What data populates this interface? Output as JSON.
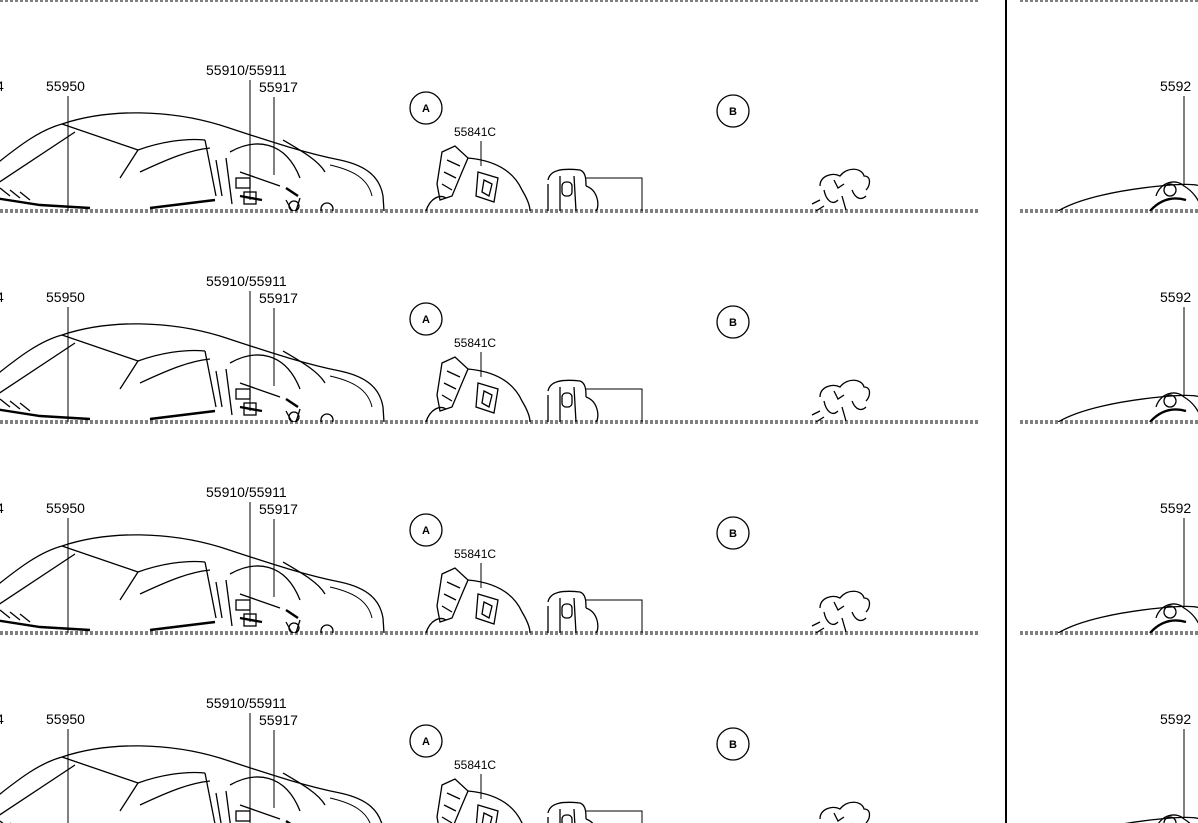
{
  "labels": {
    "left_part": "55950",
    "left_edge_fragment": "4",
    "top_part": "55910/55911",
    "second_part": "55917",
    "connector_part": "55841C",
    "callout_a": "A",
    "callout_b": "B",
    "right_part_fragment": "5592"
  },
  "strip_count": 4
}
